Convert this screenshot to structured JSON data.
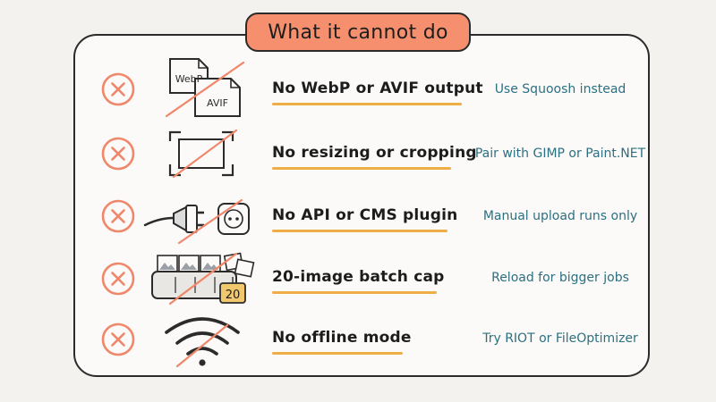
{
  "title": "What it cannot do",
  "rows": [
    {
      "icon": "webp-avif-files-icon",
      "file_labels": [
        "WebP",
        "AVIF"
      ],
      "limitation": "No WebP or AVIF output",
      "alternative": "Use Squoosh instead"
    },
    {
      "icon": "crop-frame-icon",
      "limitation": "No resizing or cropping",
      "alternative": "Pair with GIMP or Paint.NET"
    },
    {
      "icon": "plug-socket-icon",
      "limitation": "No API or CMS plugin",
      "alternative": "Manual upload runs only"
    },
    {
      "icon": "image-tray-icon",
      "badge": "20",
      "limitation": "20-image batch cap",
      "alternative": "Reload for bigger jobs"
    },
    {
      "icon": "wifi-icon",
      "limitation": "No offline mode",
      "alternative": "Try RIOT or FileOptimizer"
    }
  ],
  "colors": {
    "accent": "#f58f6d",
    "underline": "#efad45",
    "alternative_text": "#2c7081",
    "outline": "#2b2b2b"
  }
}
